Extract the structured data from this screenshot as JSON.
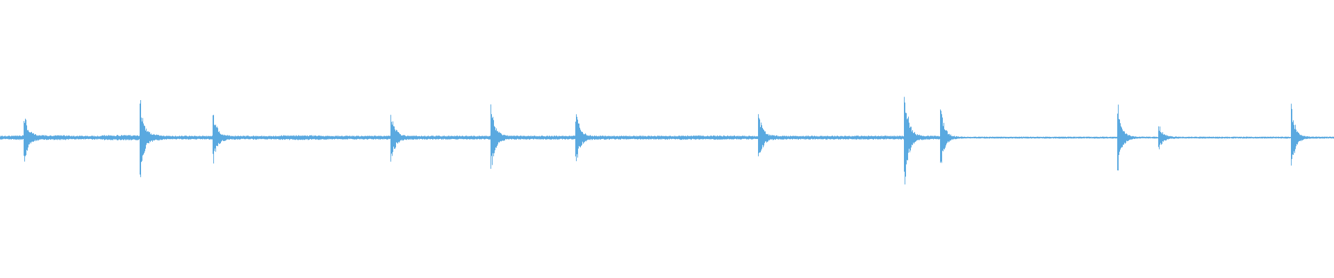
{
  "waveform": {
    "color": "#5aa9e0",
    "baseline_noise": 0.018,
    "quiet_noise": 0.009,
    "transients": [
      {
        "position": 0.018,
        "amplitude": 0.22
      },
      {
        "position": 0.105,
        "amplitude": 0.36
      },
      {
        "position": 0.16,
        "amplitude": 0.22
      },
      {
        "position": 0.293,
        "amplitude": 0.24
      },
      {
        "position": 0.368,
        "amplitude": 0.3
      },
      {
        "position": 0.432,
        "amplitude": 0.22
      },
      {
        "position": 0.569,
        "amplitude": 0.2
      },
      {
        "position": 0.678,
        "amplitude": 0.48
      },
      {
        "position": 0.705,
        "amplitude": 0.28
      },
      {
        "position": 0.838,
        "amplitude": 0.3
      },
      {
        "position": 0.869,
        "amplitude": 0.1
      },
      {
        "position": 0.968,
        "amplitude": 0.3
      }
    ],
    "loud_regions": [
      {
        "start": 0.0,
        "end": 0.06,
        "level": 0.022
      },
      {
        "start": 0.068,
        "end": 0.13,
        "level": 0.024
      },
      {
        "start": 0.2,
        "end": 0.25,
        "level": 0.022
      },
      {
        "start": 0.5,
        "end": 0.56,
        "level": 0.02
      }
    ],
    "quiet_region_start": 0.71
  }
}
